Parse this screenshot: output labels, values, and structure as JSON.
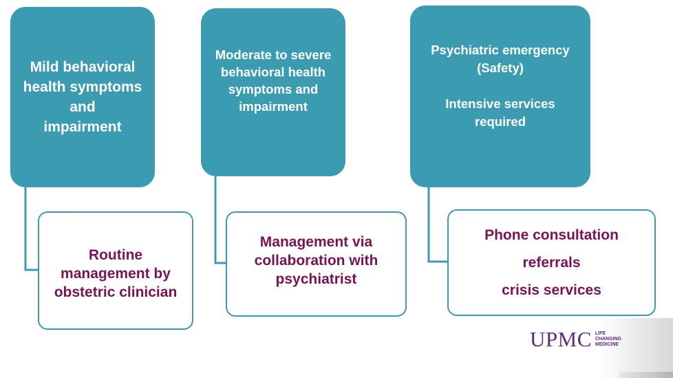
{
  "columns": [
    {
      "top_lines": [
        "Mild behavioral",
        "health symptoms",
        "and",
        "impairment"
      ],
      "bottom_lines": [
        "Routine",
        "management by",
        "obstetric clinician"
      ]
    },
    {
      "top_lines": [
        "Moderate to severe",
        "behavioral health",
        "symptoms and",
        "impairment"
      ],
      "bottom_lines": [
        "Management via",
        "collaboration with",
        "psychiatrist"
      ]
    },
    {
      "top_lines": [
        "Psychiatric emergency",
        "(Safety)",
        "Intensive services",
        "required"
      ],
      "bottom_lines": [
        "Phone consultation",
        "referrals",
        "crisis services"
      ]
    }
  ],
  "logo": {
    "name": "UPMC",
    "tagline": [
      "LIFE",
      "CHANGING",
      "MEDICINE"
    ]
  },
  "colors": {
    "box_fill": "#3b9bb0",
    "outline": "#3b9bb0",
    "bottom_text": "#7a1355",
    "logo": "#5d2b7d"
  }
}
